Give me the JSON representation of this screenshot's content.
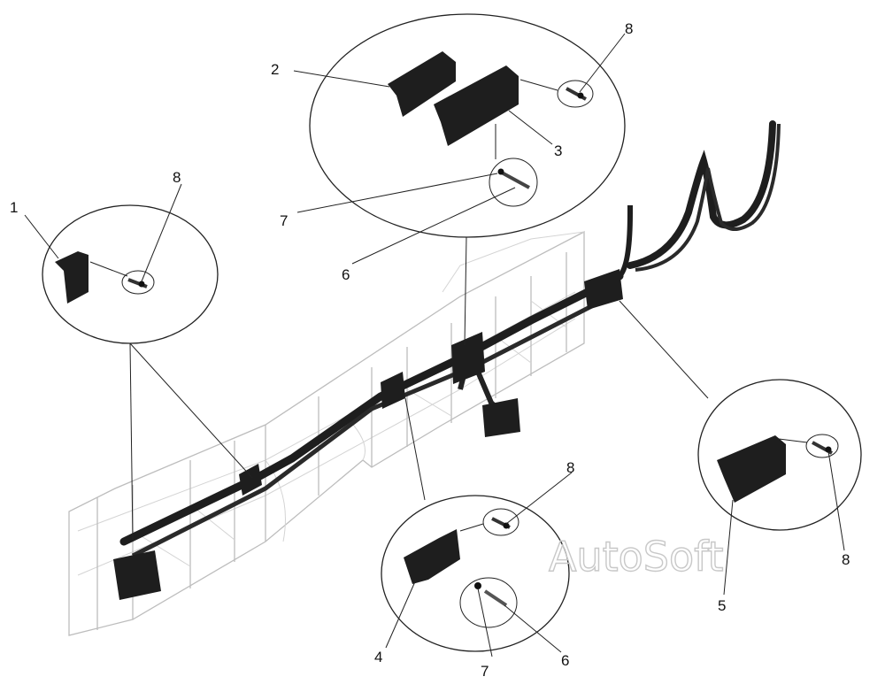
{
  "diagram": {
    "callouts": [
      {
        "id": "c1",
        "label": "1"
      },
      {
        "id": "c2",
        "label": "2"
      },
      {
        "id": "c3",
        "label": "3"
      },
      {
        "id": "c4",
        "label": "4"
      },
      {
        "id": "c5",
        "label": "5"
      },
      {
        "id": "c6a",
        "label": "6"
      },
      {
        "id": "c6b",
        "label": "6"
      },
      {
        "id": "c7a",
        "label": "7"
      },
      {
        "id": "c7b",
        "label": "7"
      },
      {
        "id": "c8a",
        "label": "8"
      },
      {
        "id": "c8b",
        "label": "8"
      },
      {
        "id": "c8c",
        "label": "8"
      },
      {
        "id": "c8d",
        "label": "8"
      }
    ],
    "watermark": "AutoSoft",
    "colors": {
      "ink": "#111111",
      "frame": "#bdbdbd",
      "part": "#1e1e1e",
      "watermark": "#c8c8c8"
    }
  }
}
